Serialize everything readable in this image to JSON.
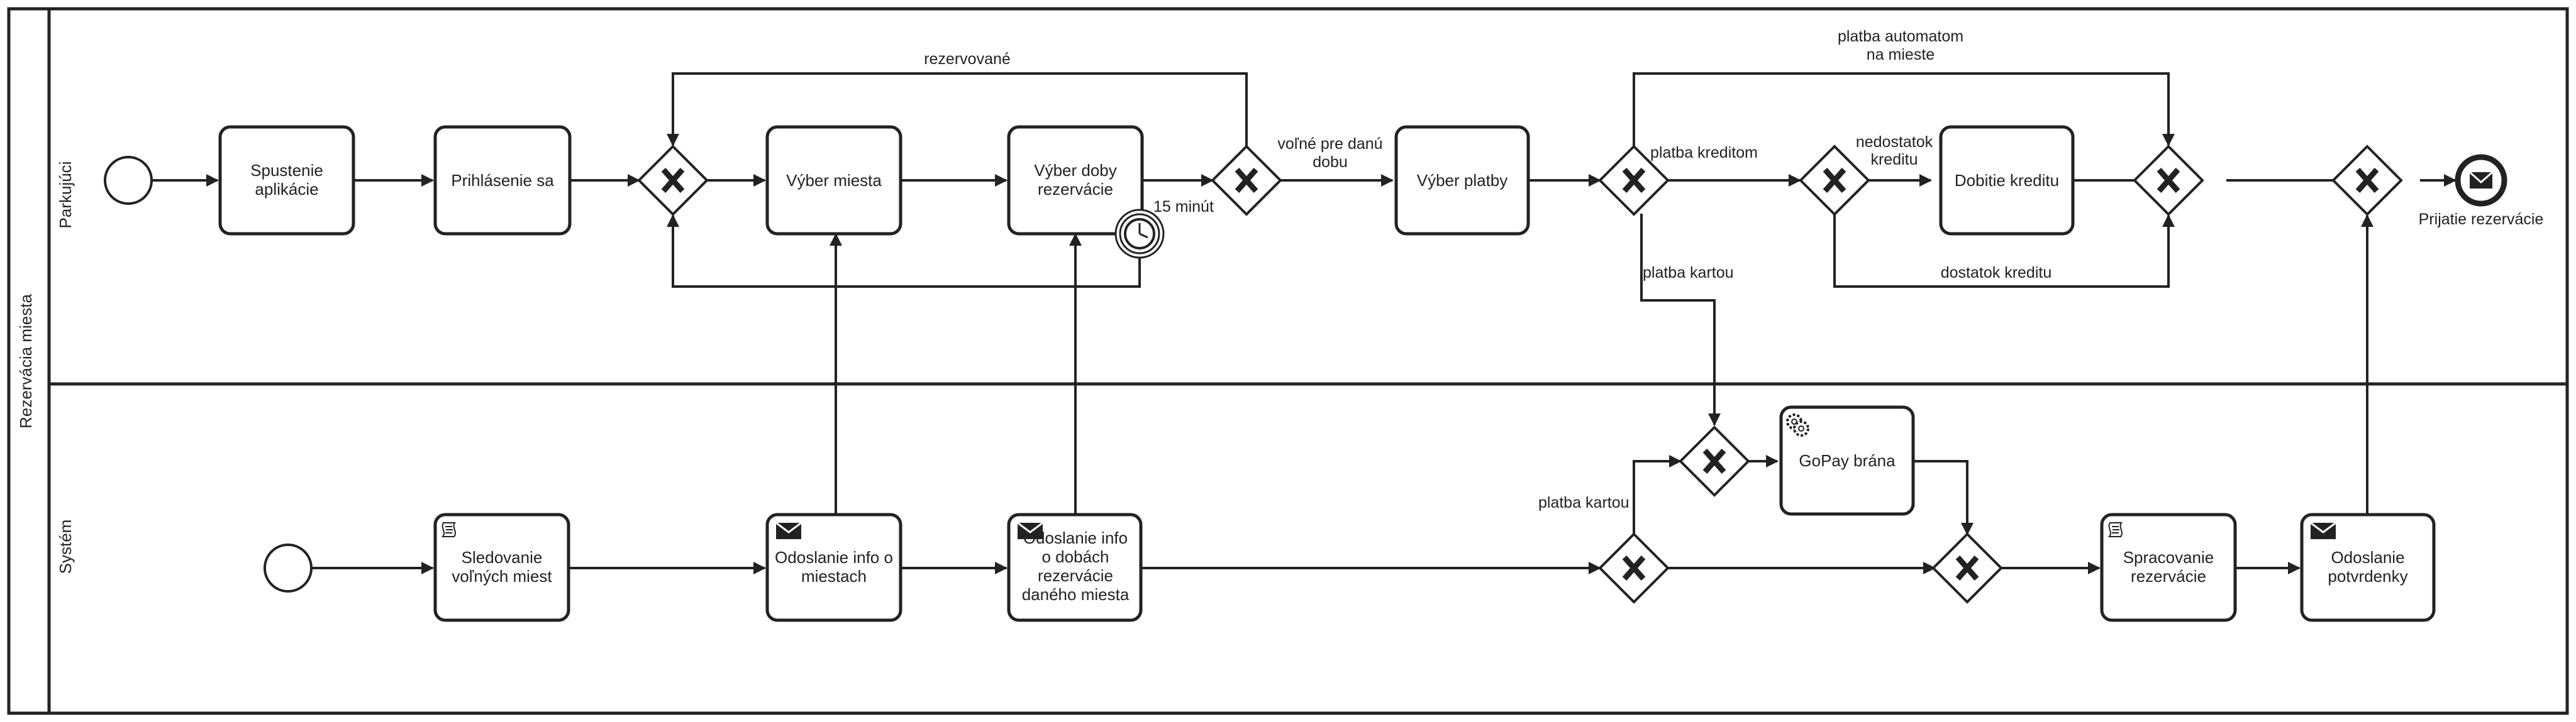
{
  "pool": {
    "label": "Rezervácia miesta"
  },
  "lanes": {
    "parkujuci": "Parkujúci",
    "system": "Systém"
  },
  "tasks": {
    "spustenie": [
      "Spustenie",
      "aplikácie"
    ],
    "prihlasenie": [
      "Prihlásenie sa"
    ],
    "vyber_miesta": [
      "Výber miesta"
    ],
    "vyber_doby": [
      "Výber doby",
      "rezervácie"
    ],
    "vyber_platby": [
      "Výber platby"
    ],
    "dobitie": [
      "Dobitie kreditu"
    ],
    "sledovanie": [
      "Sledovanie",
      "voľných miest"
    ],
    "odoslanie_info": [
      "Odoslanie info o",
      "miestach"
    ],
    "odoslanie_dobach": [
      "Odoslanie info",
      "o dobách",
      "rezervácie",
      "daného miesta"
    ],
    "gopay": [
      "GoPay brána"
    ],
    "spracovanie": [
      "Spracovanie",
      "rezervácie"
    ],
    "potvrdenka": [
      "Odoslanie",
      "potvrdenky"
    ]
  },
  "labels": {
    "rezervovane": "rezervované",
    "volne": [
      "voľné pre danú",
      "dobu"
    ],
    "timer": "15 minút",
    "platba_automatom": [
      "platba automatom",
      "na mieste"
    ],
    "platba_kreditom": "platba kreditom",
    "nedostatok": [
      "nedostatok",
      "kreditu"
    ],
    "dostatok": "dostatok kreditu",
    "platba_kartou_top": "platba kartou",
    "platba_kartou_bottom": "platba kartou",
    "end_event": "Prijatie rezervácie"
  }
}
